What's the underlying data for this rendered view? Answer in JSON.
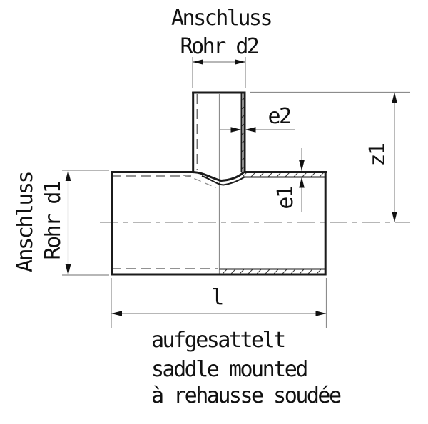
{
  "colors": {
    "bg": "#ffffff",
    "line": "#1b1b1b",
    "thin": "#8c8c8c",
    "hidden": "#6f6f6f",
    "text": "#111111"
  },
  "labels": {
    "branch_connection": {
      "line1": "Anschluss",
      "line2": "Rohr d2"
    },
    "run_connection": {
      "line1": "Anschluss",
      "line2": "Rohr d1"
    },
    "dims": {
      "e2": "e2",
      "e1": "e1",
      "z1": "z1",
      "l": "l"
    },
    "caption": {
      "de": "aufgesattelt",
      "en": "saddle mounted",
      "fr": "à rehausse soudée"
    }
  }
}
